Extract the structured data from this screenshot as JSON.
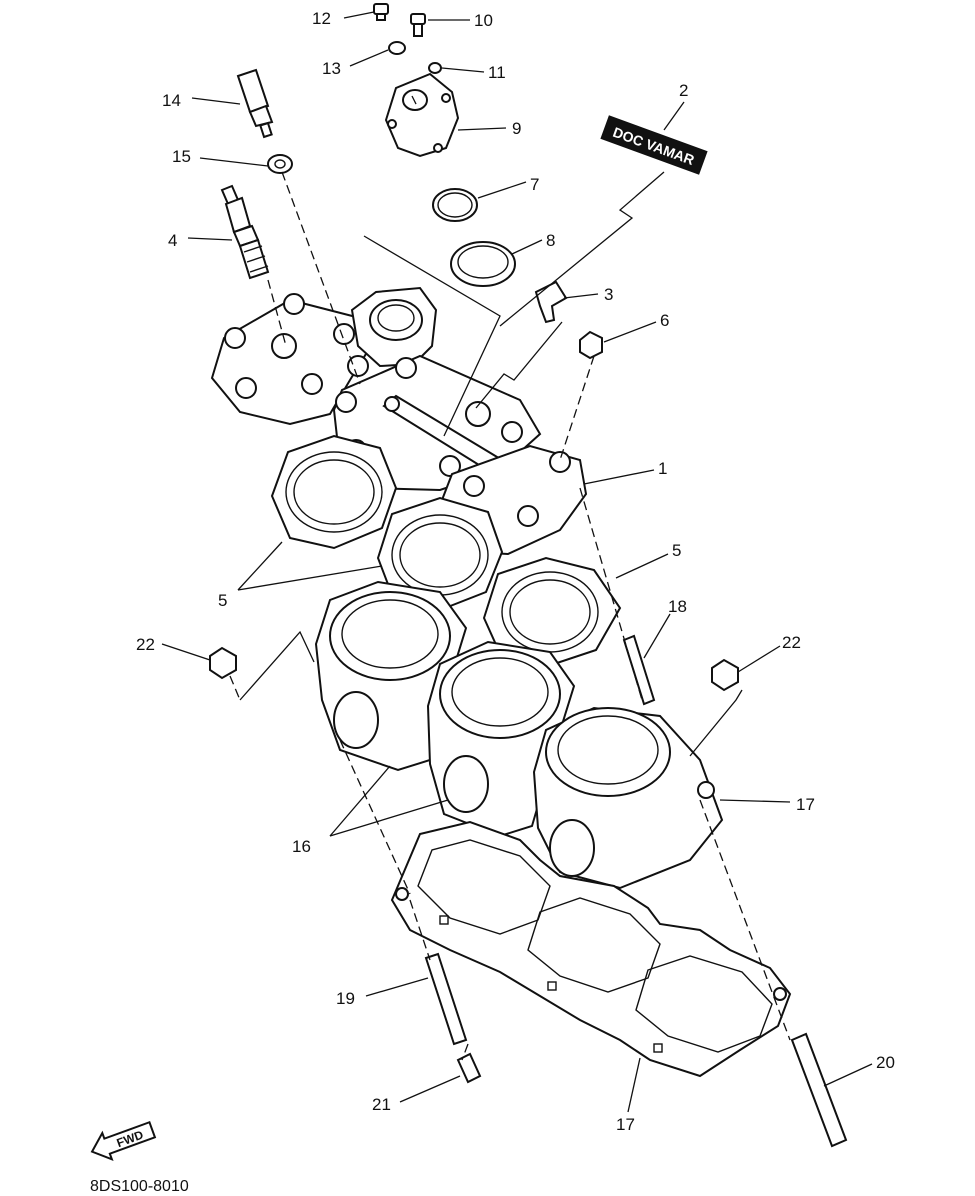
{
  "diagram": {
    "callouts": [
      {
        "id": "c12",
        "text": "12"
      },
      {
        "id": "c10",
        "text": "10"
      },
      {
        "id": "c13",
        "text": "13"
      },
      {
        "id": "c11",
        "text": "11"
      },
      {
        "id": "c14",
        "text": "14"
      },
      {
        "id": "c9",
        "text": "9"
      },
      {
        "id": "c2",
        "text": "2"
      },
      {
        "id": "c15",
        "text": "15"
      },
      {
        "id": "c7",
        "text": "7"
      },
      {
        "id": "c4",
        "text": "4"
      },
      {
        "id": "c8",
        "text": "8"
      },
      {
        "id": "c3",
        "text": "3"
      },
      {
        "id": "c6",
        "text": "6"
      },
      {
        "id": "c1",
        "text": "1"
      },
      {
        "id": "c5a",
        "text": "5"
      },
      {
        "id": "c5b",
        "text": "5"
      },
      {
        "id": "c18",
        "text": "18"
      },
      {
        "id": "c22a",
        "text": "22"
      },
      {
        "id": "c22b",
        "text": "22"
      },
      {
        "id": "c17a",
        "text": "17"
      },
      {
        "id": "c16",
        "text": "16"
      },
      {
        "id": "c19",
        "text": "19"
      },
      {
        "id": "c20",
        "text": "20"
      },
      {
        "id": "c21",
        "text": "21"
      },
      {
        "id": "c17b",
        "text": "17"
      }
    ],
    "decal_text": "DOC VAMAR",
    "fwd_label": "FWD",
    "catalog_code": "8DS100-8010"
  }
}
